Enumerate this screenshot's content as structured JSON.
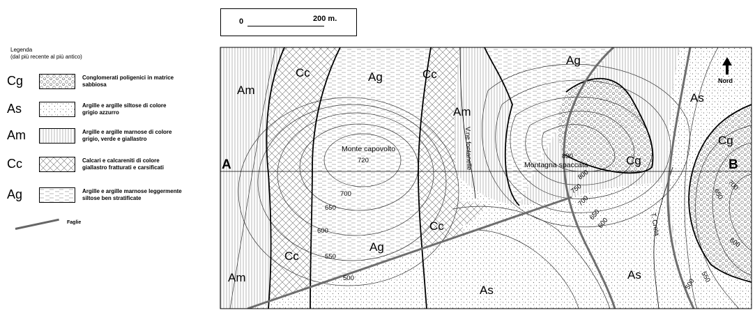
{
  "scale": {
    "zero": "0",
    "distance": "200 m."
  },
  "legend": {
    "title_line1": "Legenda",
    "title_line2": "(dal più recente al più antico)",
    "items": [
      {
        "code": "Cg",
        "pattern": "conglomerate",
        "line1": "Conglomerati poligenici in matrice",
        "line2": "sabbiosa"
      },
      {
        "code": "As",
        "pattern": "sand",
        "line1": "Argille e argille siltose di colore",
        "line2": "grigio azzurro"
      },
      {
        "code": "Am",
        "pattern": "vertical",
        "line1": "Argille e argille marnose di colore",
        "line2": "grigio, verde e giallastro"
      },
      {
        "code": "Cc",
        "pattern": "crosshatch",
        "line1": "Calcari e calcareniti di colore",
        "line2": "giallastro fratturati e carsificati"
      },
      {
        "code": "Ag",
        "pattern": "dashes",
        "line1": "Argille e argille marnose leggermente",
        "line2": "siltose ben stratificate"
      }
    ],
    "fault_label": "Faglie"
  },
  "map": {
    "unit_labels": [
      {
        "text": "Am"
      },
      {
        "text": "Cc"
      },
      {
        "text": "Ag"
      },
      {
        "text": "Cc"
      },
      {
        "text": "Am"
      },
      {
        "text": "Ag"
      },
      {
        "text": "As"
      },
      {
        "text": "Cg"
      },
      {
        "text": "Cg"
      },
      {
        "text": "Cc"
      },
      {
        "text": "Ag"
      },
      {
        "text": "Cc"
      },
      {
        "text": "Am"
      },
      {
        "text": "As"
      },
      {
        "text": "As"
      }
    ],
    "section_a": "A",
    "section_b": "B",
    "place_monte": "Monte capovolto",
    "place_montagna": "Montagna spaccata",
    "road_label": "V.ne fontanelle",
    "stream_label": "T. Creta",
    "north_label": "Nord",
    "elevations": [
      "720",
      "700",
      "650",
      "600",
      "550",
      "500",
      "830",
      "800",
      "750",
      "700",
      "650",
      "600",
      "700",
      "650",
      "600",
      "550",
      "500"
    ]
  }
}
